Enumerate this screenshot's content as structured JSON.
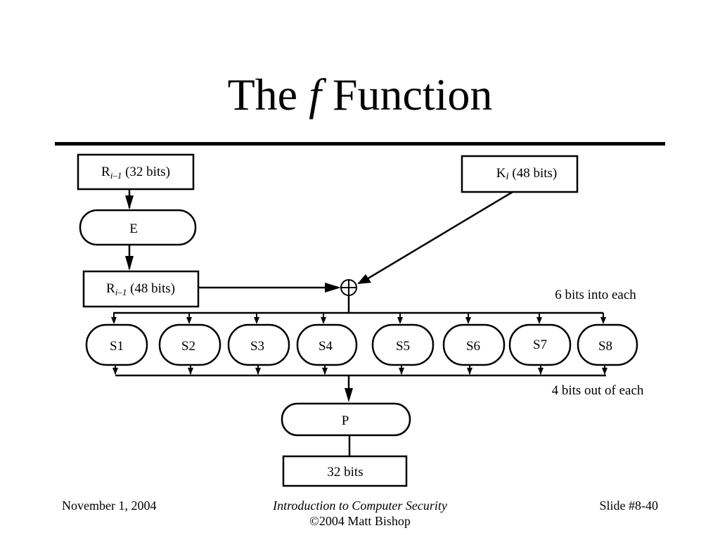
{
  "slide": {
    "title_prefix": "The ",
    "title_function": "f",
    "title_suffix": " Function"
  },
  "diagram": {
    "input_r": {
      "main": "R",
      "sub": "i–1",
      "rest": " (32 bits)"
    },
    "expansion": "E",
    "expanded_r": {
      "main": "R",
      "sub": "i–1",
      "rest": " (48 bits)"
    },
    "key": {
      "main": "K",
      "sub": "i",
      "rest": " (48 bits)"
    },
    "xor_symbol": "xor-icon",
    "label_in": "6 bits into each",
    "sboxes": [
      "S1",
      "S2",
      "S3",
      "S4",
      "S5",
      "S6",
      "S7",
      "S8"
    ],
    "label_out": "4 bits out of each",
    "permutation": "P",
    "output": "32 bits"
  },
  "footer": {
    "date": "November 1, 2004",
    "course": "Introduction to Computer Security",
    "copyright": "©2004 Matt Bishop",
    "slide_number": "Slide #8-40"
  }
}
